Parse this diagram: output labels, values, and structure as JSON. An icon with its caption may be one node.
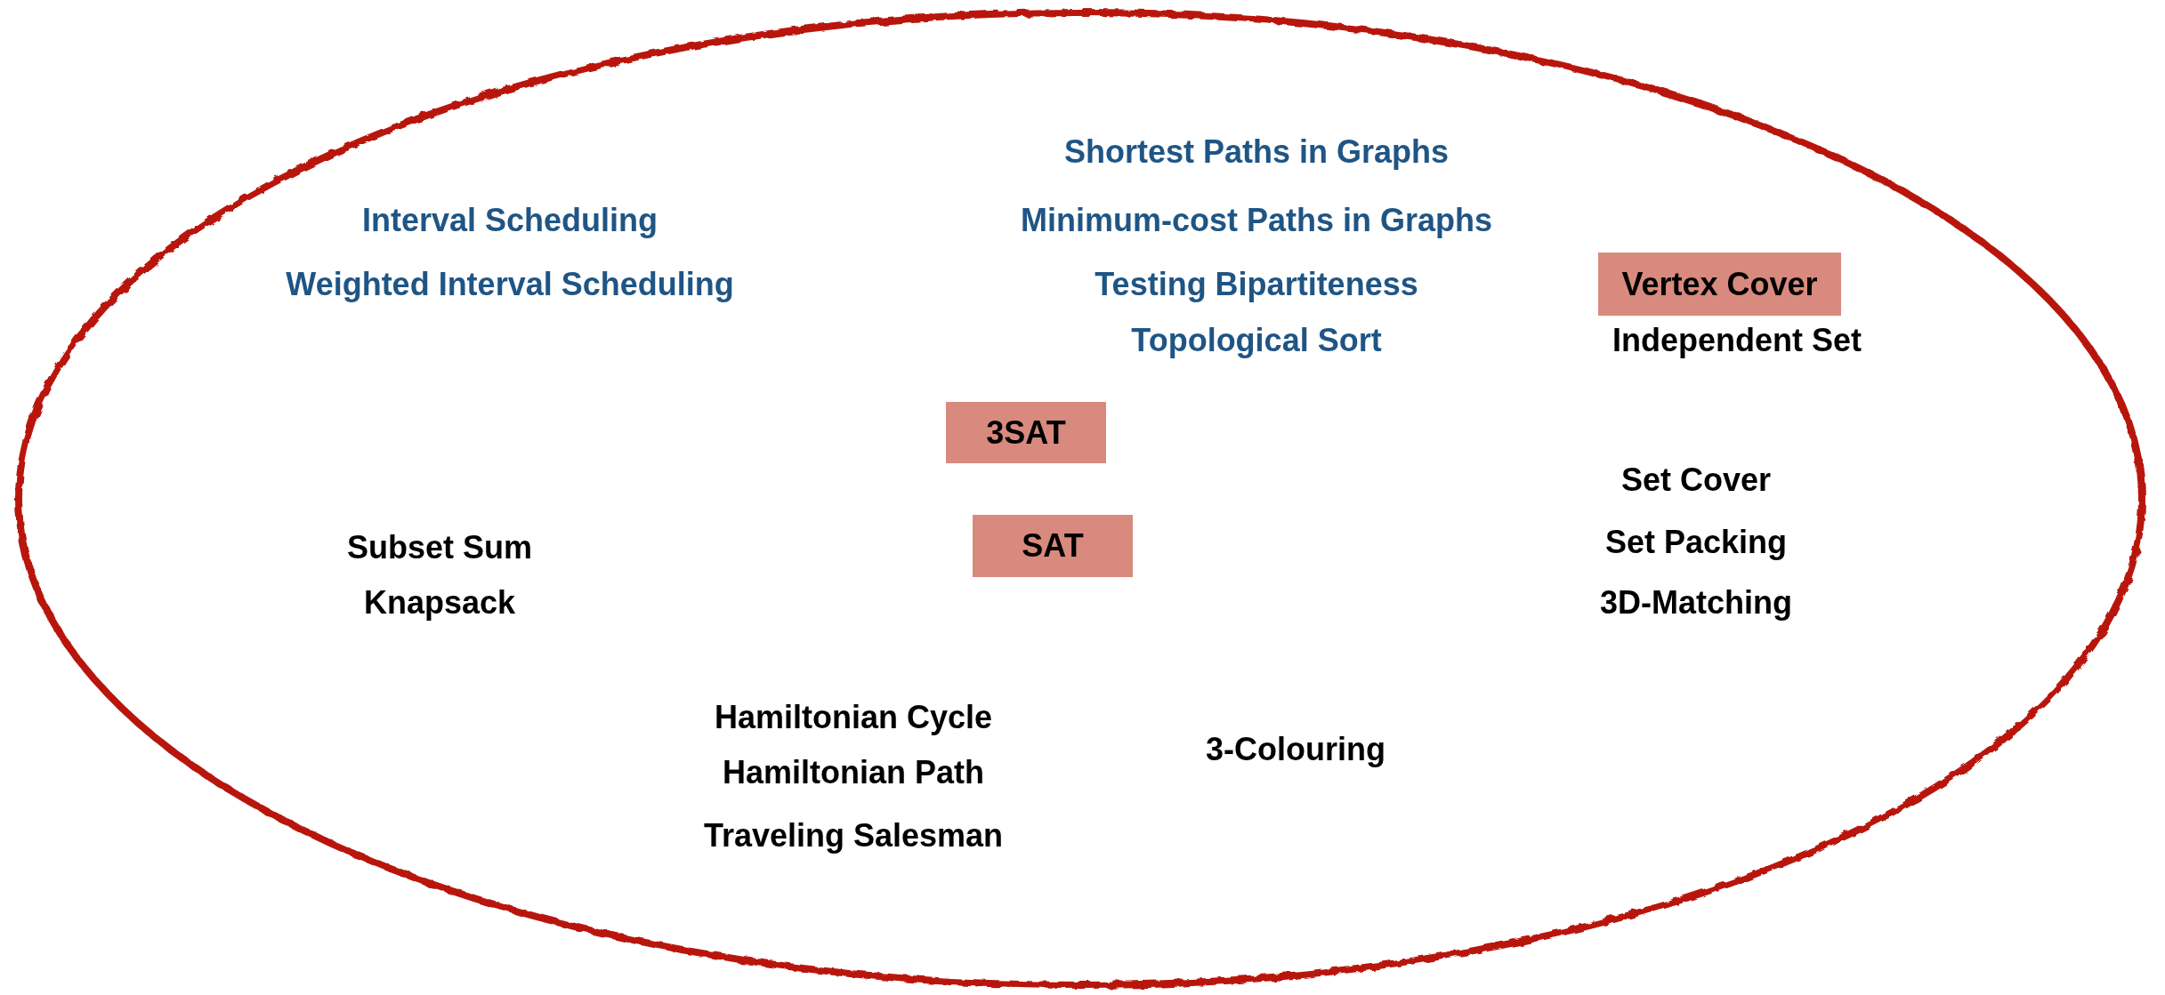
{
  "diagram": {
    "nodes": [
      {
        "text": [],
        "shape": "ellipse"
      },
      {
        "text": [
          "Vertex Cover"
        ],
        "in": 0
      },
      {
        "text": [
          "3SAT"
        ],
        "in": 0
      },
      {
        "text": [
          "SAT"
        ],
        "in": 0
      }
    ],
    "labels": [
      "Shortest Paths in Graphs",
      "Interval Scheduling",
      "Minimum-cost Paths in Graphs",
      "Weighted Interval Scheduling",
      "Testing Bipartiteness",
      "Topological Sort",
      "Independent Set",
      "Set Cover",
      "Subset Sum",
      "Set Packing",
      "Knapsack",
      "3D-Matching",
      "Hamiltonian Cycle",
      "3-Colouring",
      "Hamiltonian Path",
      "Traveling Salesman"
    ]
  }
}
